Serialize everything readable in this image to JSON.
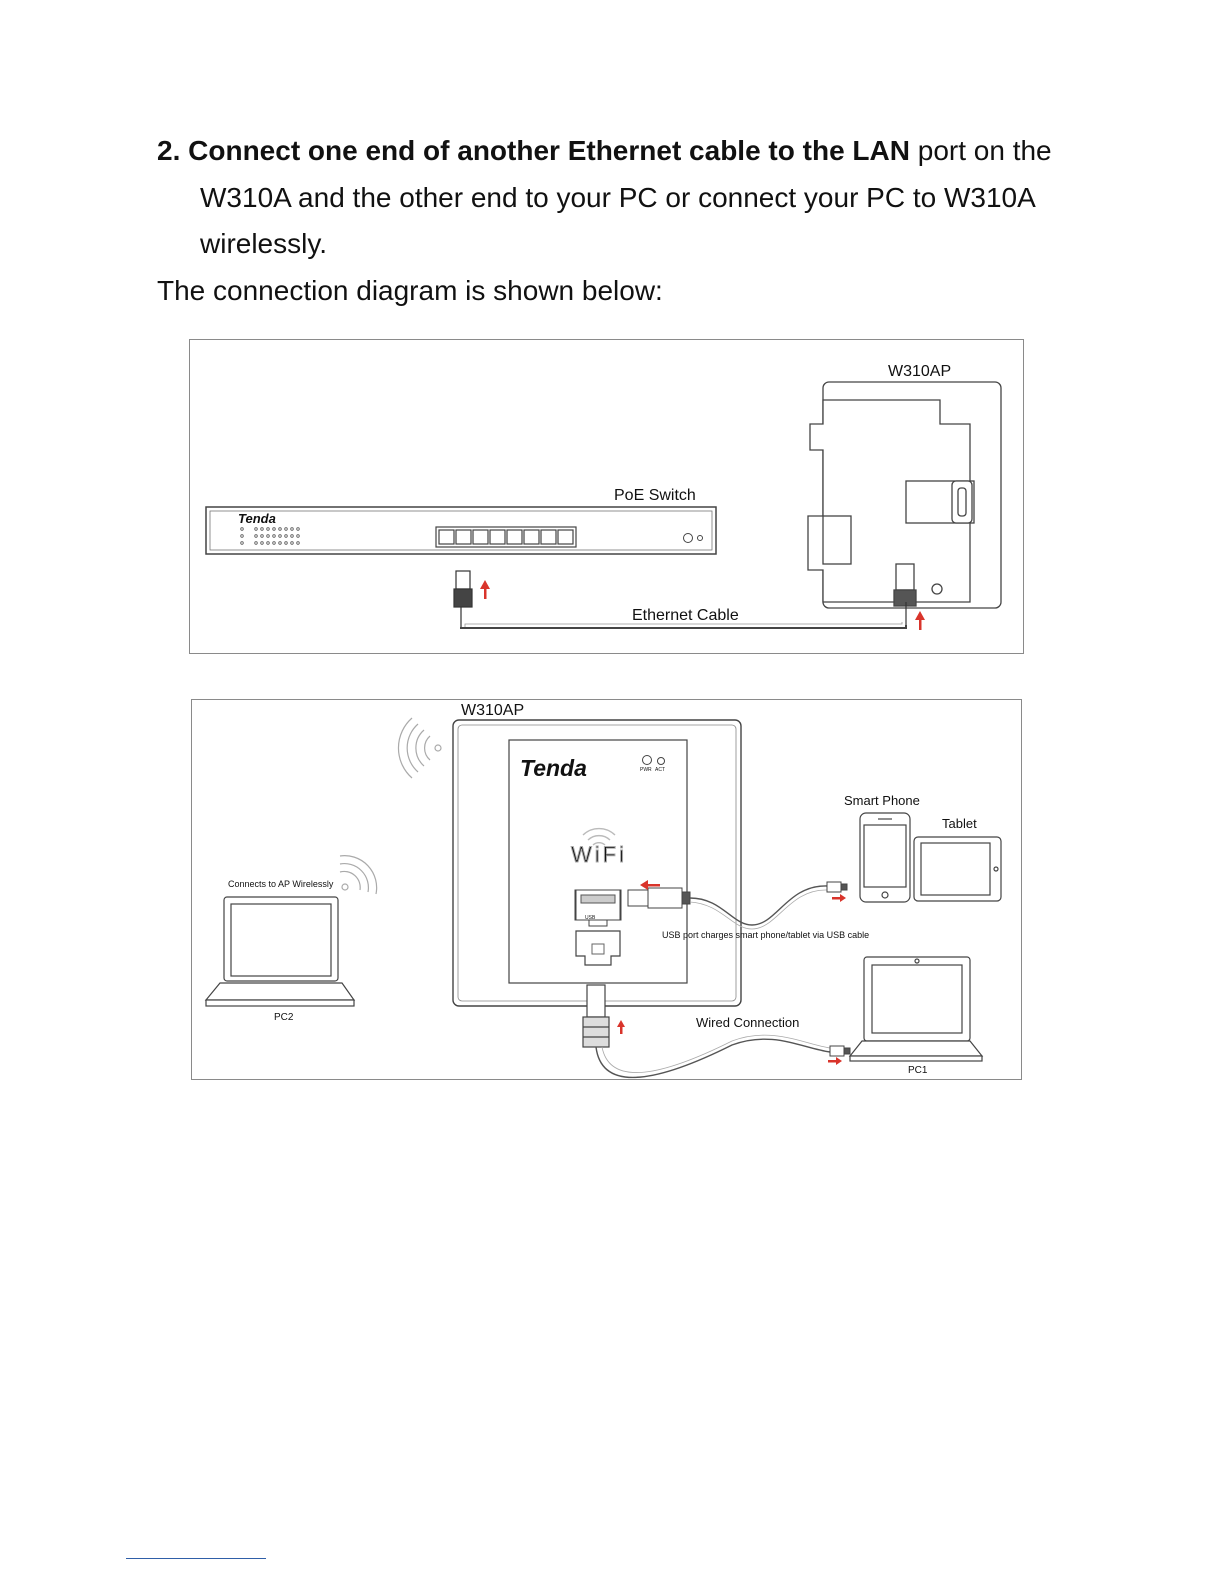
{
  "step": {
    "number": "2.",
    "bold_text": "Connect one end of another Ethernet cable to the LAN",
    "rest_line1": " port on the",
    "line2": "W310A and the other end to your PC or connect your PC to W310A",
    "line3": "wirelessly."
  },
  "intro": "The connection diagram is shown below:",
  "figure1": {
    "device_label": "W310AP",
    "switch_label": "PoE Switch",
    "cable_label": "Ethernet Cable",
    "brand": "Tenda"
  },
  "figure2": {
    "device_label": "W310AP",
    "brand": "Tenda",
    "wifi_text": "WiFi",
    "led_labels": [
      "PWR",
      "ACT"
    ],
    "usb_label": "USB",
    "smart_phone_label": "Smart Phone",
    "tablet_label": "Tablet",
    "usb_note": "USB port charges smart phone/tablet via USB cable",
    "wireless_note": "Connects to AP Wirelessly",
    "pc2_label": "PC2",
    "pc1_label": "PC1",
    "wired_label": "Wired Connection"
  },
  "colors": {
    "arrow": "#d9342b",
    "line": "#333333",
    "rule": "#2f5fa8"
  }
}
